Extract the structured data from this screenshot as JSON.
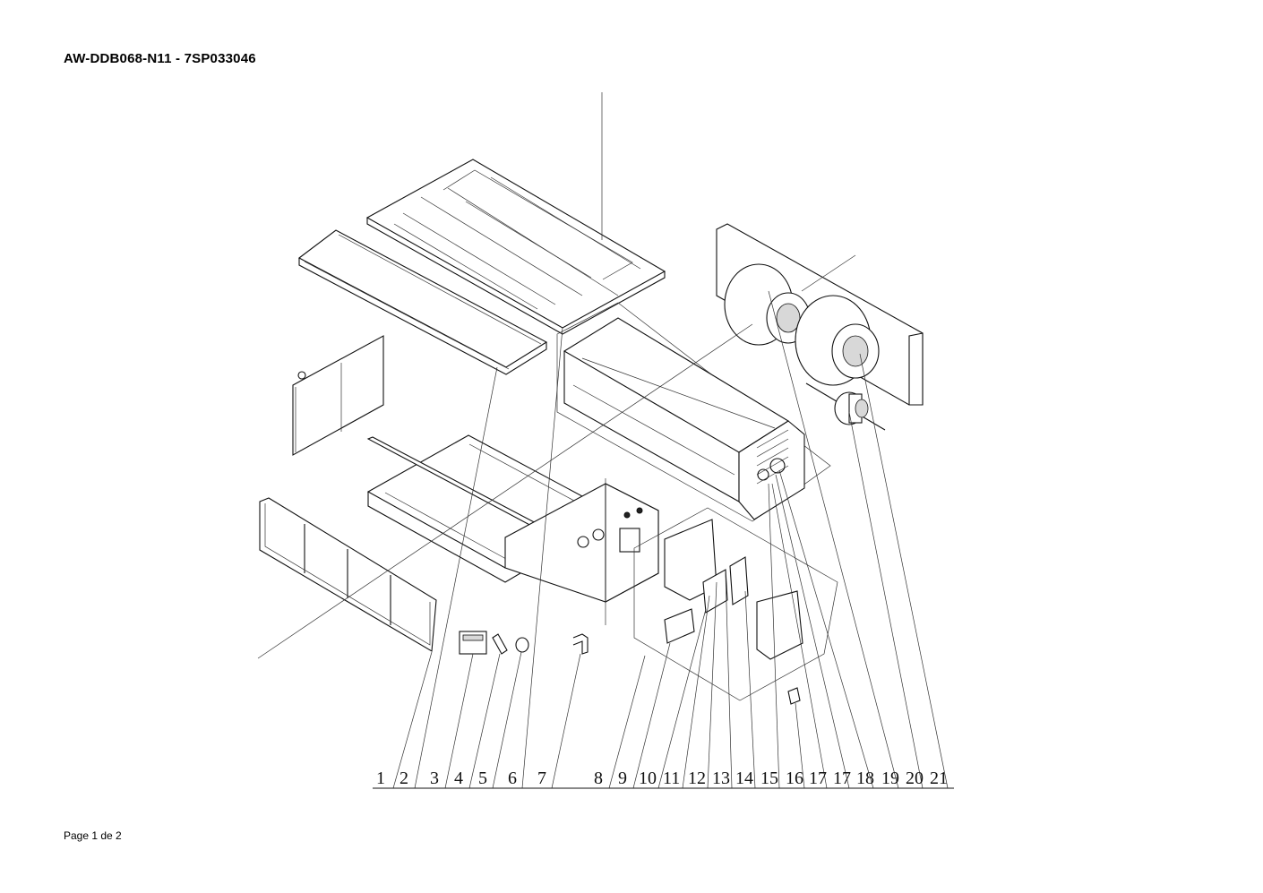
{
  "header": {
    "title": "AW-DDB068-N11 - 7SP033046"
  },
  "footer": {
    "page": "Page 1 de 2"
  },
  "part_numbers": [
    "1",
    "2",
    "3",
    "4",
    "5",
    "6",
    "7",
    "8",
    "9",
    "10",
    "11",
    "12",
    "13",
    "14",
    "15",
    "16",
    "17",
    "17",
    "18",
    "19",
    "20",
    "21"
  ],
  "colors": {
    "line": "#111111",
    "background": "#ffffff"
  }
}
